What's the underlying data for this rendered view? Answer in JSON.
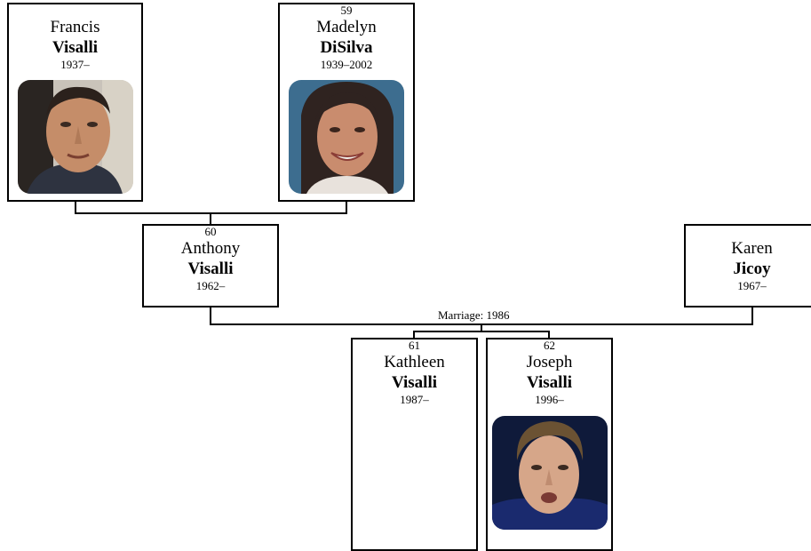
{
  "people": {
    "francis": {
      "number": "",
      "given_name": "Francis",
      "surname": "Visalli",
      "dates": "1937–",
      "photo": "portrait-francis"
    },
    "madelyn": {
      "number": "59",
      "given_name": "Madelyn",
      "surname": "DiSilva",
      "dates": "1939–2002",
      "photo": "portrait-madelyn"
    },
    "anthony": {
      "number": "60",
      "given_name": "Anthony",
      "surname": "Visalli",
      "dates": "1962–"
    },
    "karen": {
      "number": "",
      "given_name": "Karen",
      "surname": "Jicoy",
      "dates": "1967–"
    },
    "kathleen": {
      "number": "61",
      "given_name": "Kathleen",
      "surname": "Visalli",
      "dates": "1987–"
    },
    "joseph": {
      "number": "62",
      "given_name": "Joseph",
      "surname": "Visalli",
      "dates": "1996–",
      "photo": "portrait-joseph"
    }
  },
  "marriage": {
    "label": "Marriage: 1986"
  },
  "colors": {
    "line": "#000000",
    "card_border": "#000000",
    "background": "#ffffff"
  }
}
